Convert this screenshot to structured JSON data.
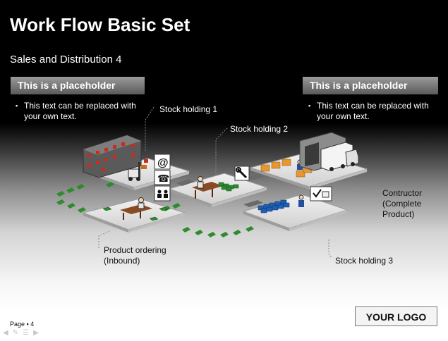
{
  "slide": {
    "title": "Work Flow Basic Set",
    "subtitle": "Sales and Distribution 4"
  },
  "left_panel": {
    "heading": "This is a placeholder",
    "bullet": "This text can be replaced with your own text."
  },
  "right_panel": {
    "heading": "This is a placeholder",
    "bullet": "This text can be replaced with your own text."
  },
  "labels": {
    "stock_holding_1": "Stock holding 1",
    "stock_holding_2": "Stock holding 2",
    "stock_holding_3": "Stock holding 3",
    "contractor_line1": "Contructor",
    "contractor_line2": "(Complete",
    "contractor_line3": "Product)",
    "product_ordering_line1": "Product ordering",
    "product_ordering_line2": "(Inbound)"
  },
  "footer": {
    "page_label": "Page",
    "page_number": "4",
    "logo": "YOUR LOGO"
  },
  "icons": [
    "at-sign-icon",
    "phone-icon",
    "people-icon",
    "wrench-icon",
    "checkmark-box-icon",
    "forklift-icon",
    "truck-icon",
    "warehouse-icon",
    "worker-icon"
  ],
  "colors": {
    "background_top": "#000000",
    "background_bottom": "#ffffff",
    "placeholder_bar": "#7a7a7a",
    "flow_arrows": "#2e8b2e",
    "boxes_orange": "#e8962e",
    "boxes_blue": "#1f5fb5",
    "boxes_green": "#2c8a2c",
    "rack_red": "#cc2a1a"
  }
}
